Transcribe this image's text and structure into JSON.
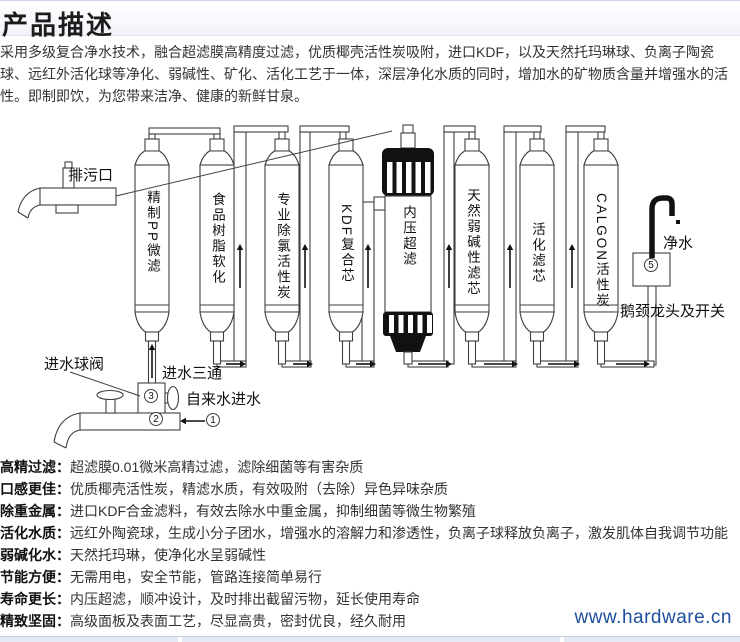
{
  "header": {
    "title": "产品描述"
  },
  "intro": "采用多级复合净水技术，融合超滤膜高精度过滤，优质椰壳活性炭吸附，进口KDF，以及天然托玛琳球、负离子陶瓷球、远红外活化球等净化、弱碱性、矿化、活化工艺于一体，深层净化水质的同时，增加水的矿物质含量并增强水的活性。即制即饮，为您带来洁净、健康的新鲜甘泉。",
  "diagram": {
    "labels": {
      "drain": "排污口",
      "inlet_valve": "进水球阀",
      "inlet_tee": "进水三通",
      "tap_water": "自来水进水",
      "clean_water": "净水",
      "faucet_switch": "鹅颈龙头及开关"
    },
    "filters": [
      "精制PP微滤",
      "食品树脂软化",
      "专业除氯活性炭",
      "KDF复合芯",
      "内压超滤",
      "天然弱碱性滤芯",
      "活化滤芯",
      "CALGON活性炭"
    ],
    "markers": [
      "1",
      "2",
      "3",
      "5"
    ]
  },
  "features": [
    {
      "label": "高精过滤",
      "text": "超滤膜0.01微米高精过滤，滤除细菌等有害杂质"
    },
    {
      "label": "口感更佳",
      "text": "优质椰壳活性炭，精滤水质，有效吸附（去除）异色异味杂质"
    },
    {
      "label": "除重金属",
      "text": "进口KDF合金滤料，有效去除水中重金属，抑制细菌等微生物繁殖"
    },
    {
      "label": "活化水质",
      "text": "远红外陶瓷球，生成小分子团水，增强水的溶解力和渗透性，负离子球释放负离子，激发肌体自我调节功能"
    },
    {
      "label": "弱碱化水",
      "text": "天然托玛琳，使净化水呈弱碱性"
    },
    {
      "label": "节能方便",
      "text": "无需用电，安全节能，管路连接简单易行"
    },
    {
      "label": "寿命更长",
      "text": "内压超滤，顺冲设计，及时排出截留污物，延长使用寿命"
    },
    {
      "label": "精致坚固",
      "text": "高级面板及表面工艺，尽显高贵，密封优良，经久耐用"
    }
  ],
  "watermark": {
    "url_text": "www.hardware.cn",
    "color": "#1d4f9e"
  }
}
